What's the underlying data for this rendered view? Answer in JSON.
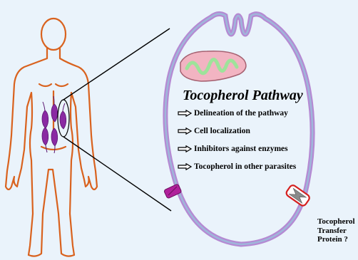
{
  "title": "Tocopherol Pathway",
  "items": [
    {
      "label": "Delineation of the pathway"
    },
    {
      "label": "Cell localization"
    },
    {
      "label": "Inhibitors against enzymes"
    },
    {
      "label": "Tocopherol in other parasites"
    }
  ],
  "transfer_protein": {
    "line1": "Tocopherol",
    "line2": "Transfer",
    "line3": "Protein ?"
  },
  "colors": {
    "body_outline": "#d9621e",
    "parasite": "#8a2aa3",
    "cell_membrane_outer": "#b58ad3",
    "cell_membrane_inner": "#9fb6da",
    "mitochondrion": "#f2b4c2",
    "mito_cristae": "#9ee39a",
    "channel": "#b0209b",
    "transporter": "#d42020"
  }
}
